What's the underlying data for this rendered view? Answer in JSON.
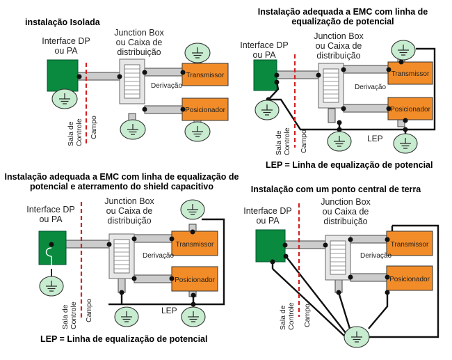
{
  "panels": [
    {
      "title_lines": [
        "instalação Isolada"
      ],
      "interface_label": [
        "Interface DP",
        "ou PA"
      ],
      "junction_label": [
        "Junction Box",
        "ou Caixa de",
        "distribuição"
      ],
      "transmissor": "Transmissor",
      "posicionador": "Posicionador",
      "derivacao": "Derivação",
      "sala": [
        "Sala de",
        "Controle"
      ],
      "campo": "Campo"
    },
    {
      "title_lines": [
        "Instalação adequada a EMC com linha de",
        "equalização de potencial"
      ],
      "interface_label": [
        "Interface DP",
        "ou PA"
      ],
      "junction_label": [
        "Junction Box",
        "ou Caixa de",
        "distribuição"
      ],
      "transmissor": "Transmissor",
      "posicionador": "Posicionador",
      "derivacao": "Derivação",
      "sala": [
        "Sala de",
        "Controle"
      ],
      "campo": "Campo",
      "lep": "LEP",
      "legend": "LEP = Linha de equalização de potencial"
    },
    {
      "title_lines": [
        "Instalação adequada a EMC com linha de equalização de",
        "potencial e aterramento do shield capacitivo"
      ],
      "interface_label": [
        "Interface DP",
        "ou PA"
      ],
      "junction_label": [
        "Junction Box",
        "ou Caixa de",
        "distribuição"
      ],
      "transmissor": "Transmissor",
      "posicionador": "Posicionador",
      "derivacao": "Derivação",
      "sala": [
        "Sala de",
        "Controle"
      ],
      "campo": "Campo",
      "lep": "LEP",
      "legend": "LEP = Linha de equalização de potencial"
    },
    {
      "title_lines": [
        "Instalação com um ponto central de terra"
      ],
      "interface_label": [
        "Interface DP",
        "ou PA"
      ],
      "junction_label": [
        "Junction Box",
        "ou Caixa de",
        "distribuição"
      ],
      "transmissor": "Transmissor",
      "posicionador": "Posicionador",
      "derivacao": "Derivação",
      "sala": [
        "Sala de",
        "Controle"
      ],
      "campo": "Campo"
    }
  ],
  "colors": {
    "interface": "#0a8a3e",
    "device": "#f28c28",
    "ground_circle": "#c7ecd0",
    "boundary_line": "#d42020",
    "junction_box": "#e6e6e6"
  }
}
